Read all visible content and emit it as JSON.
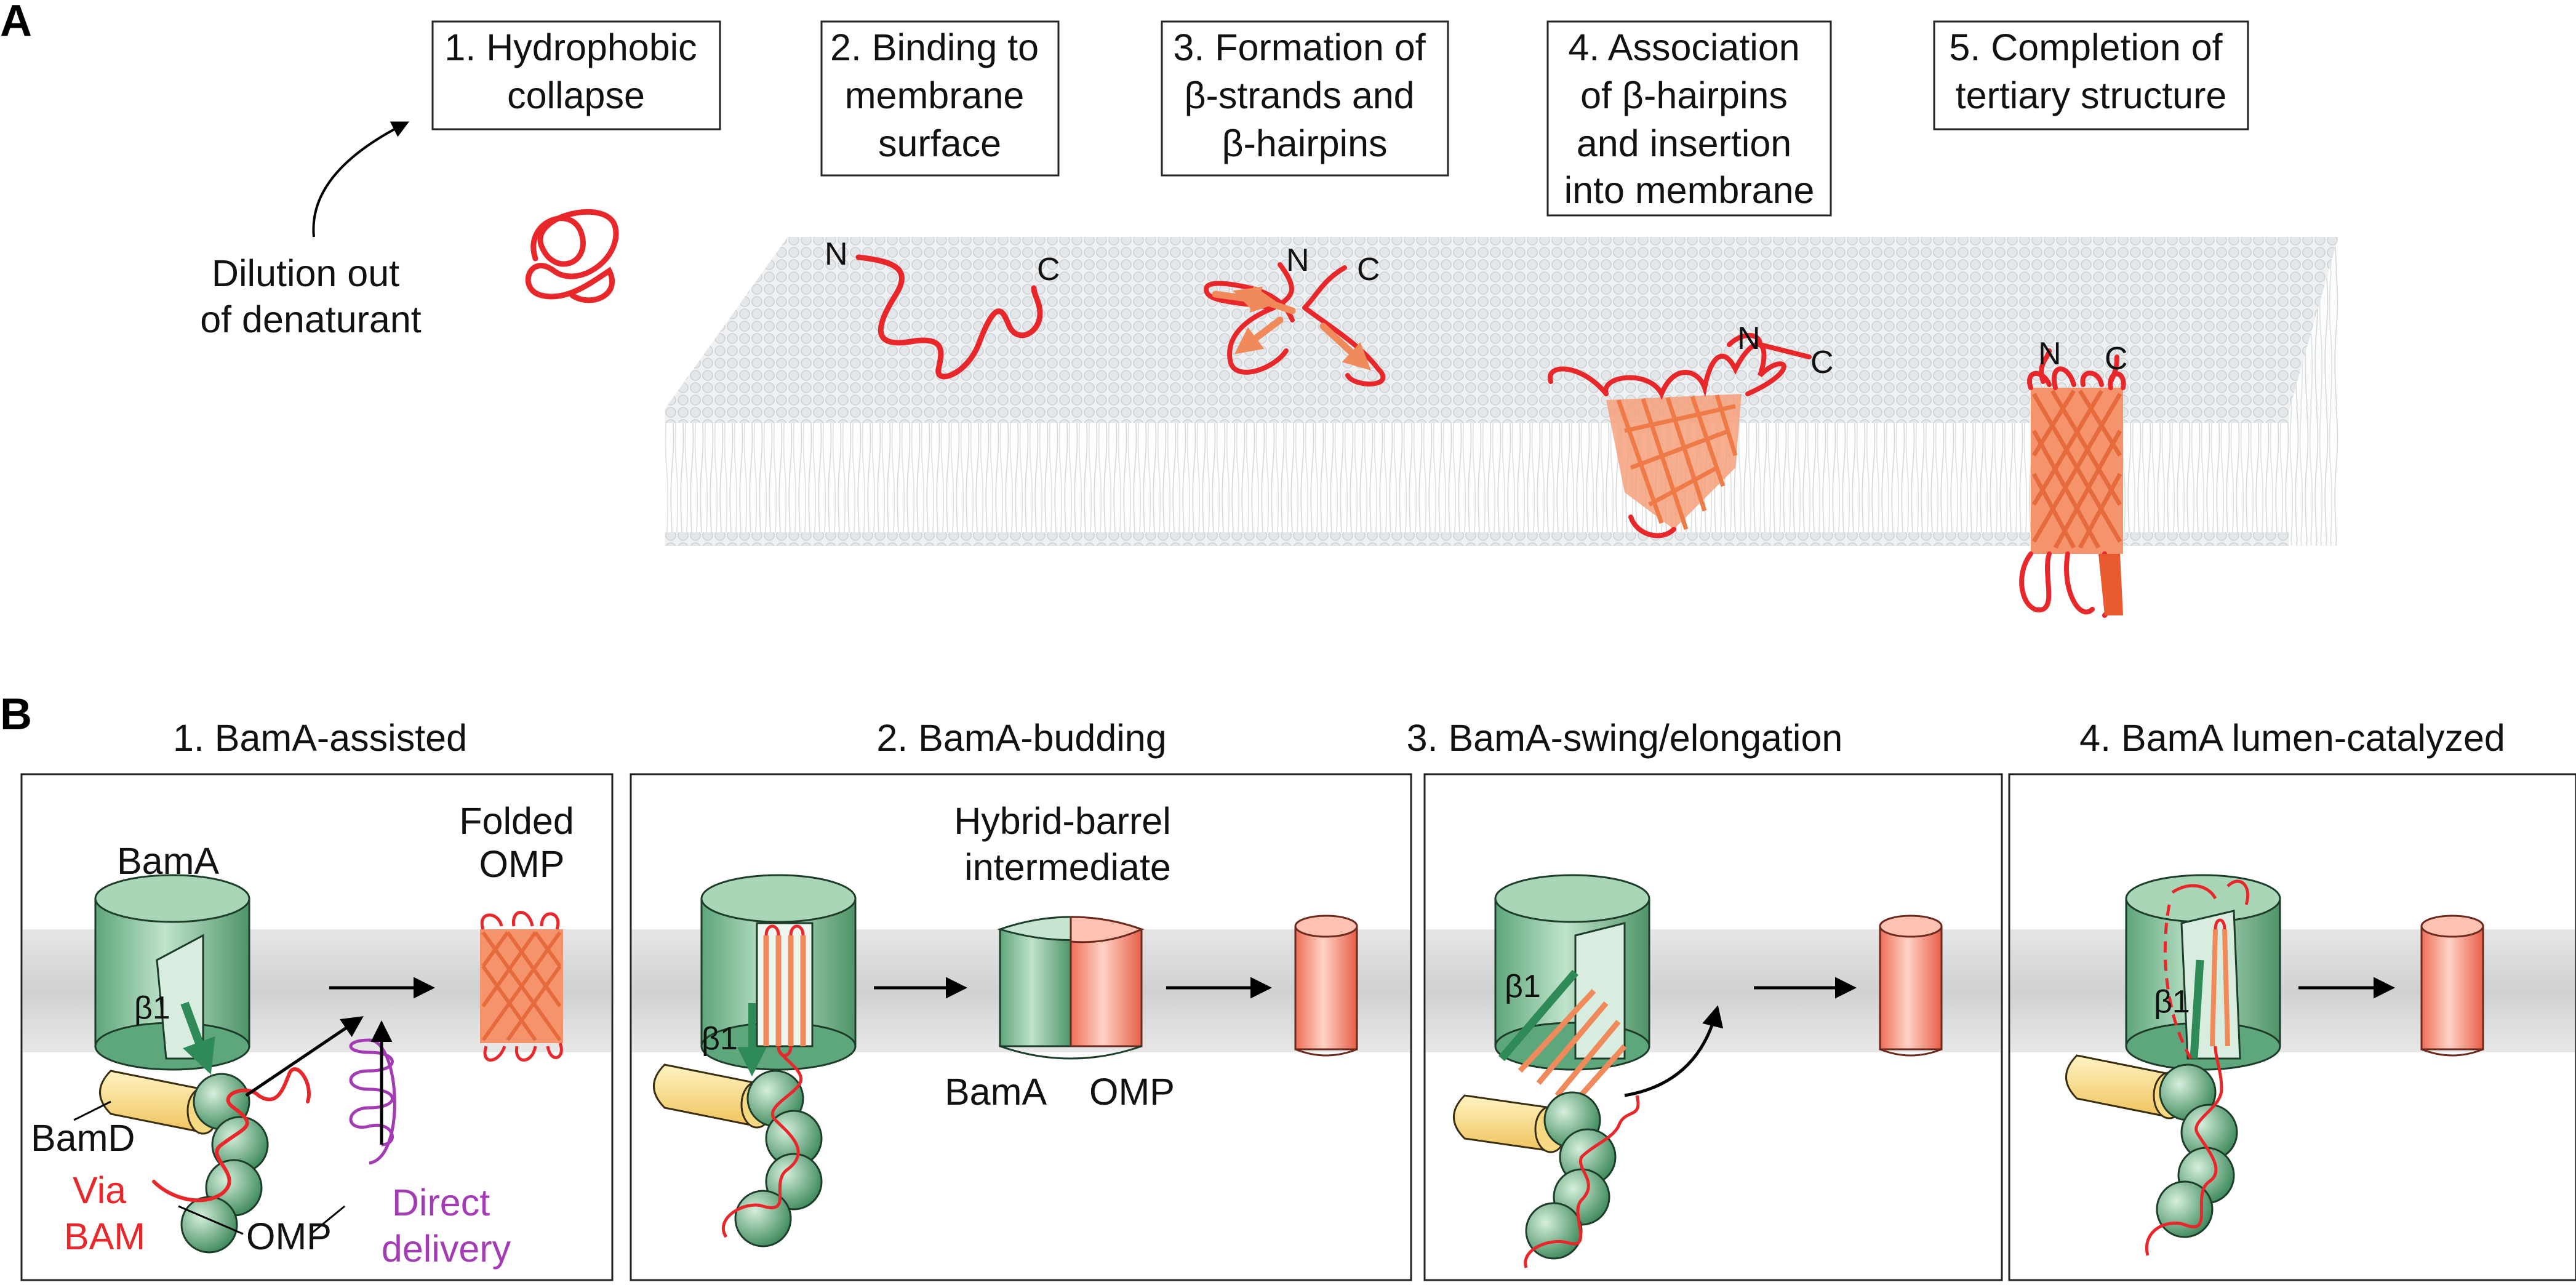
{
  "panel_a": {
    "letter": "A",
    "steps": [
      {
        "lines": [
          "1. Hydrophobic",
          "collapse"
        ]
      },
      {
        "lines": [
          "2. Binding to",
          "membrane",
          "surface"
        ]
      },
      {
        "lines": [
          "3. Formation of",
          "β-strands and",
          "β-hairpins"
        ]
      },
      {
        "lines": [
          "4. Association",
          "of β-hairpins",
          "and insertion",
          "into membrane"
        ]
      },
      {
        "lines": [
          "5. Completion of",
          "tertiary structure"
        ]
      }
    ],
    "dilution_lines": [
      "Dilution out",
      "of denaturant"
    ],
    "terminus_n": "N",
    "terminus_c": "C"
  },
  "panel_b": {
    "letter": "B",
    "models": [
      {
        "title": "1. BamA-assisted"
      },
      {
        "title": "2. BamA-budding"
      },
      {
        "title": "3. BamA-swing/elongation"
      },
      {
        "title": "4. BamA lumen-catalyzed"
      }
    ],
    "labels": {
      "bama": "BamA",
      "folded_omp": [
        "Folded",
        "OMP"
      ],
      "beta1": "β1",
      "bamd": "BamD",
      "via_bam": [
        "Via",
        "BAM"
      ],
      "omp": "OMP",
      "direct_delivery": [
        "Direct",
        "delivery"
      ],
      "hybrid": [
        "Hybrid-barrel",
        "intermediate"
      ]
    }
  },
  "colors": {
    "chain_red": "#e8272b",
    "strand_orange": "#f08a5a",
    "bama_green": "#7fbf95",
    "bamd_yellow": "#f7d983",
    "omp_salmon": "#f2836d",
    "direct_purple": "#a33bb5",
    "membrane_gray": "#d9dcdf"
  }
}
